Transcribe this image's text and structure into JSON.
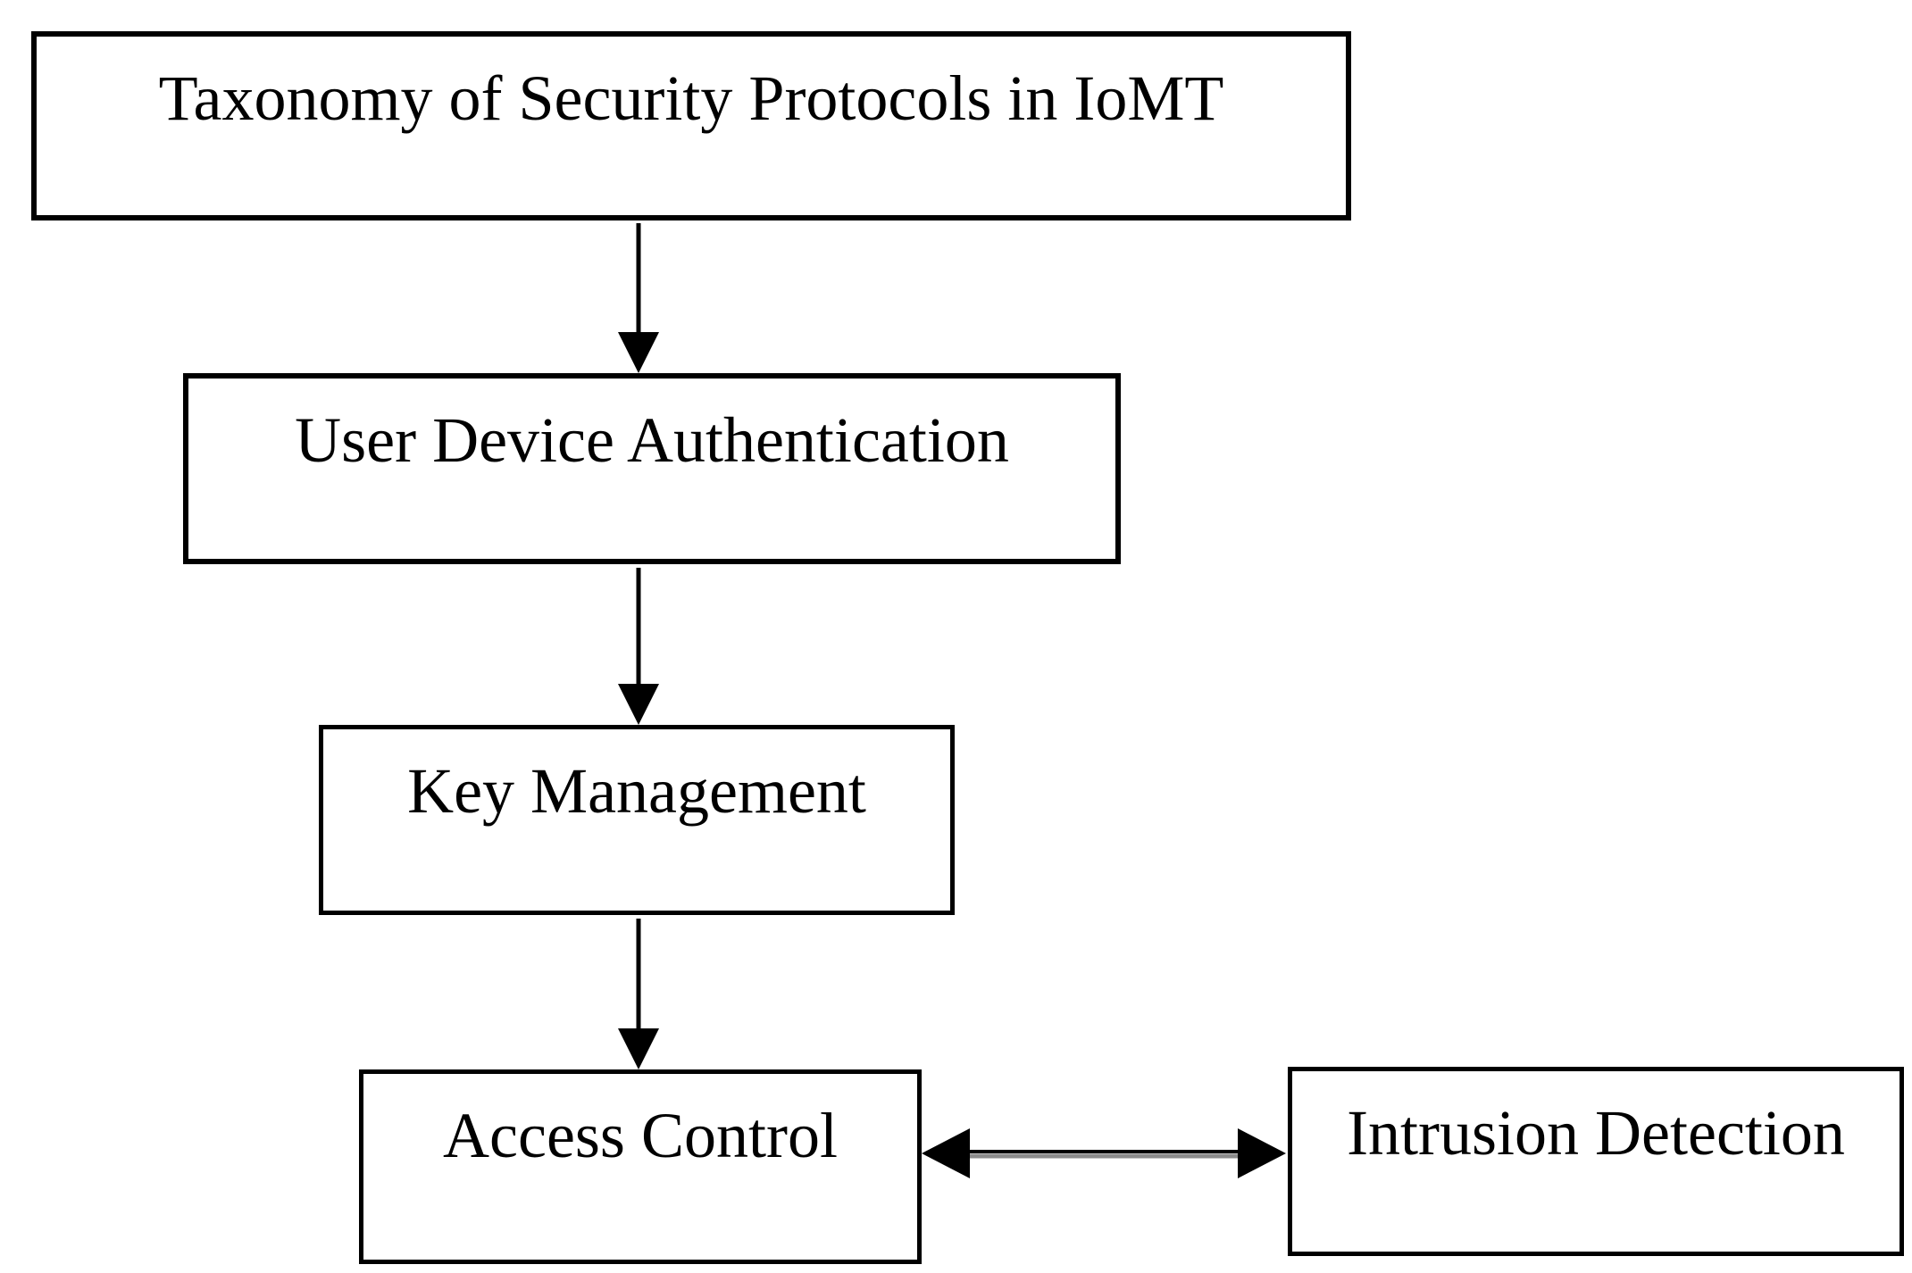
{
  "diagram": {
    "nodes": {
      "taxonomy": {
        "label": "Taxonomy of Security Protocols in IoMT"
      },
      "auth": {
        "label": "User Device Authentication"
      },
      "key": {
        "label": "Key Management"
      },
      "access": {
        "label": "Access Control"
      },
      "intrusion": {
        "label": "Intrusion Detection"
      }
    },
    "edges": [
      {
        "from": "taxonomy",
        "to": "auth",
        "type": "arrow-down"
      },
      {
        "from": "auth",
        "to": "key",
        "type": "arrow-down"
      },
      {
        "from": "key",
        "to": "access",
        "type": "arrow-down"
      },
      {
        "from": "access",
        "to": "intrusion",
        "type": "arrow-bidirectional"
      }
    ],
    "colors": {
      "background": "#ffffff",
      "box_border": "#000000",
      "text": "#000000",
      "arrow": "#000000",
      "bidirectional_shaft_gray": "#8b8b8b"
    }
  }
}
